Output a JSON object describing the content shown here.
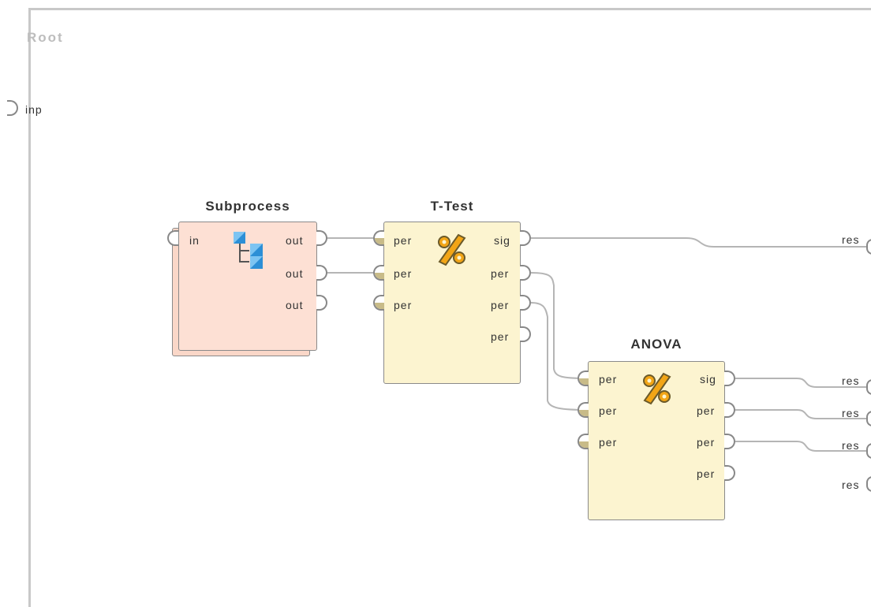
{
  "canvas": {
    "root_label": "Root",
    "input_port_label": "inp"
  },
  "operators": {
    "subprocess": {
      "title": "Subprocess",
      "inputs": [
        "in"
      ],
      "outputs": [
        "out",
        "out",
        "out"
      ]
    },
    "ttest": {
      "title": "T-Test",
      "inputs": [
        "per",
        "per",
        "per"
      ],
      "outputs": [
        "sig",
        "per",
        "per",
        "per"
      ]
    },
    "anova": {
      "title": "ANOVA",
      "inputs": [
        "per",
        "per",
        "per"
      ],
      "outputs": [
        "sig",
        "per",
        "per",
        "per"
      ]
    }
  },
  "result_ports": [
    "res",
    "res",
    "res",
    "res",
    "res"
  ],
  "icons": {
    "subprocess": "subprocess-tree-icon",
    "ttest": "percent-icon",
    "anova": "percent-icon"
  },
  "colors": {
    "subprocess_fill": "#fde0d4",
    "stat_fill": "#fcf4d0",
    "wire": "#b5b5b5",
    "icon_blue": "#2c8fd6",
    "icon_orange": "#f2a516"
  }
}
